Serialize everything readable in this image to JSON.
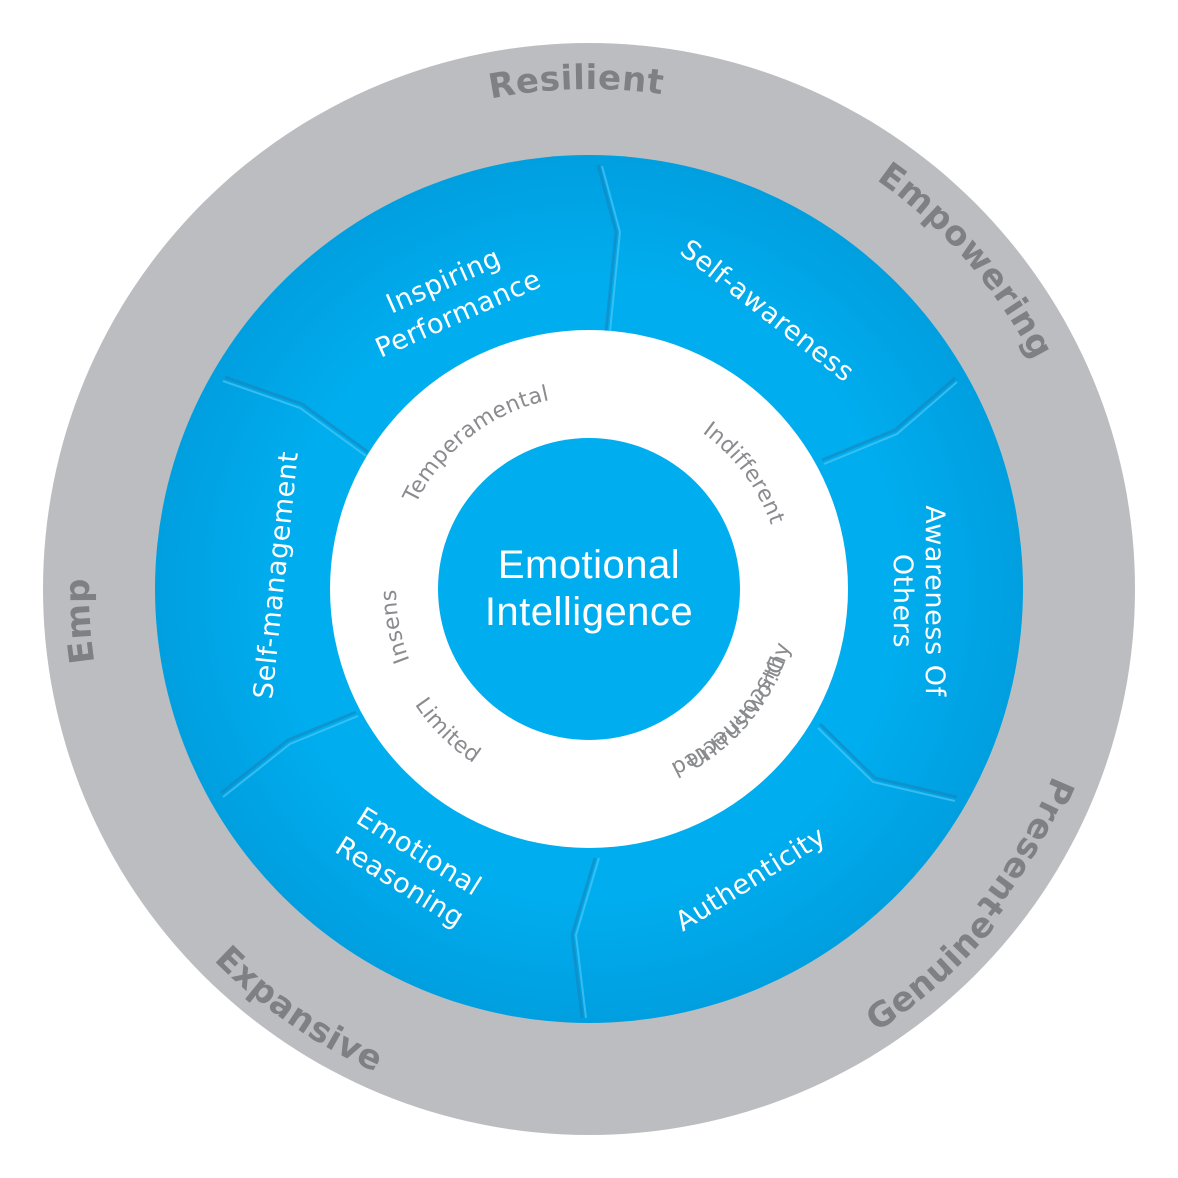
{
  "colors": {
    "outer_ring": "#bcbdc0",
    "outer_text": "#7e8083",
    "segment": "#00aeef",
    "segment_shadow": "#1a7fb0",
    "segment_text": "#ffffff",
    "inner_ring": "#ffffff",
    "inner_text": "#8a8b8e",
    "center": "#00aeef",
    "center_text": "#ffffff"
  },
  "center": {
    "line1": "Emotional",
    "line2": "Intelligence"
  },
  "outer_labels": {
    "empowering": "Empowering",
    "present": "Present",
    "empathetic": "Empathetic",
    "genuine": "Genuine",
    "expansive": "Expansive",
    "resilient": "Resilient"
  },
  "segments": {
    "inspiring_performance": {
      "line1": "Inspiring",
      "line2": "Performance"
    },
    "self_awareness": {
      "line1": "Self-awareness"
    },
    "awareness_of_others": {
      "line1": "Awareness Of",
      "line2": "Others"
    },
    "authenticity": {
      "line1": "Authenticity"
    },
    "emotional_reasoning": {
      "line1": "Emotional",
      "line2": "Reasoning"
    },
    "self_management": {
      "line1": "Self-management"
    }
  },
  "inner_labels": {
    "indifferent": "Indifferent",
    "disconnected": "Disconnected",
    "insensitive": "Insensitive",
    "untrustworthy": "Untrustworthy",
    "limited": "Limited",
    "temperamental": "Temperamental"
  }
}
